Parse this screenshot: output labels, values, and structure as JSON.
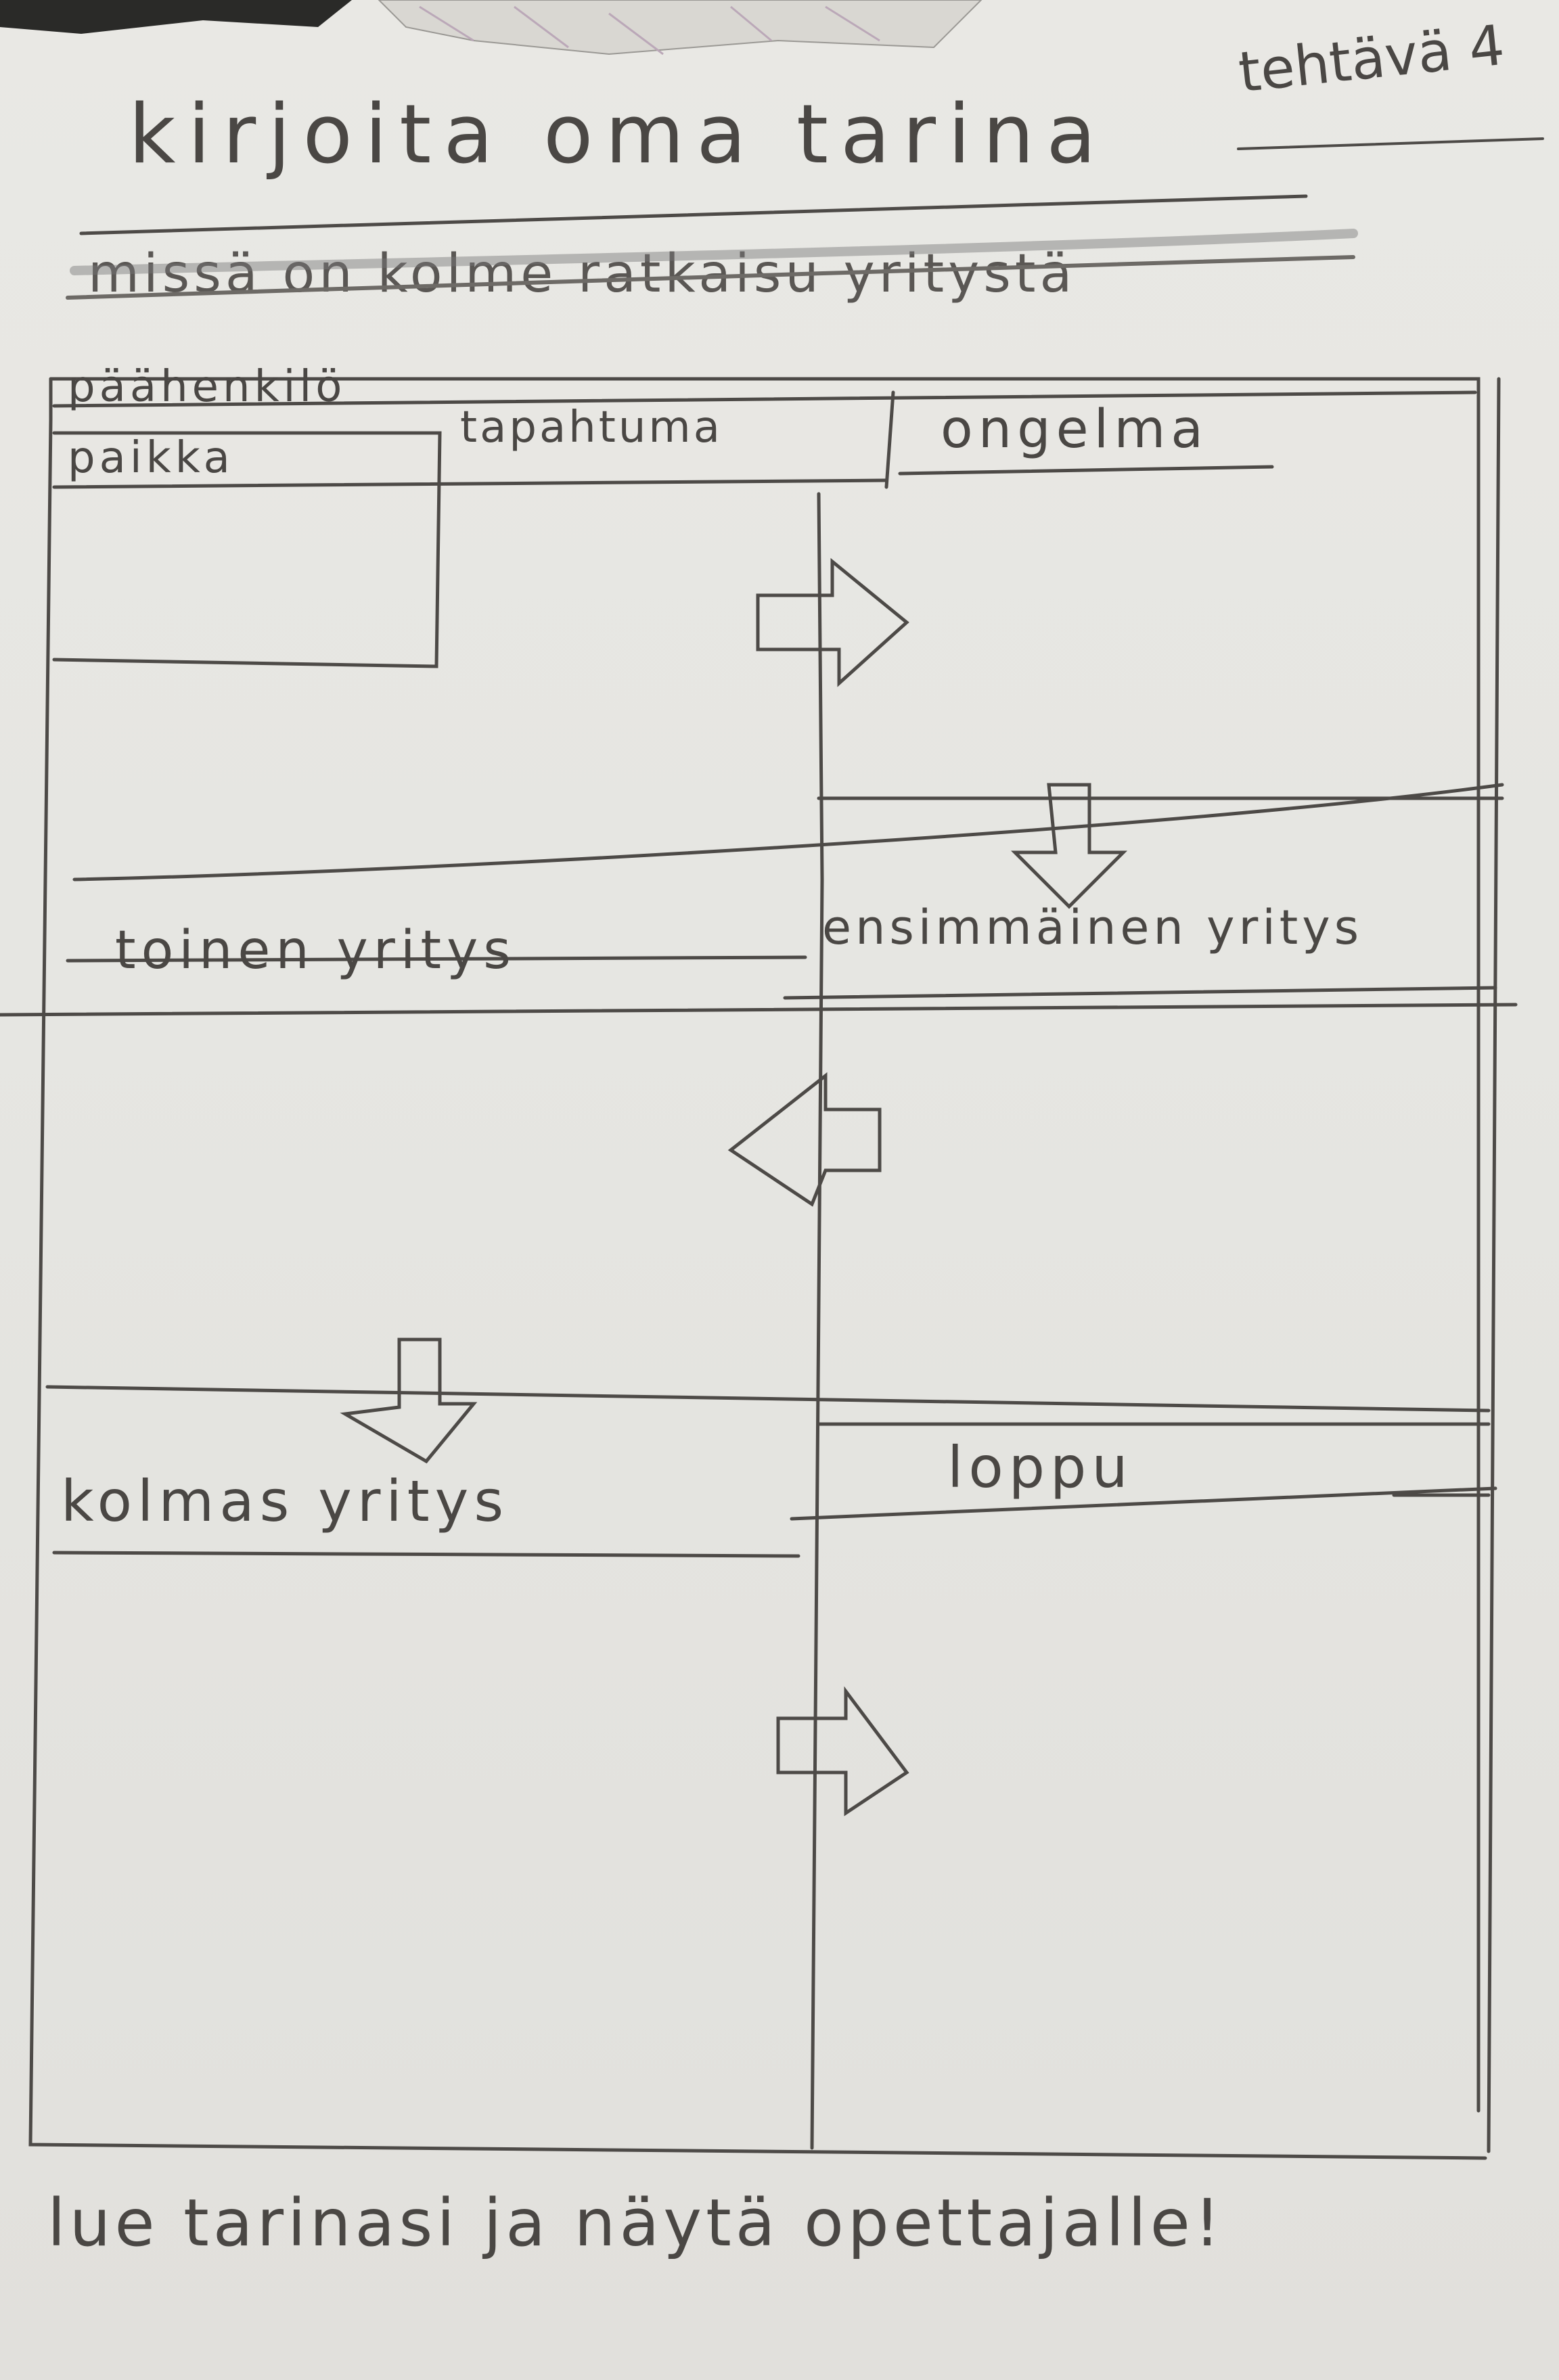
{
  "title": "kirjoita oma tarina",
  "task_label": "tehtävä 4",
  "crossed_out_line": "missä on kolme ratkaisu yritystä",
  "boxes": {
    "main_character": "päähenkilö",
    "place": "paikka",
    "event": "tapahtuma",
    "problem": "ongelma",
    "first_attempt": "ensimmäinen yritys",
    "second_attempt": "toinen yritys",
    "third_attempt": "kolmas yritys",
    "ending": "loppu"
  },
  "footer_instruction": "lue tarinasi ja näytä opettajalle!",
  "colors": {
    "paper": "#e7e6e2",
    "pencil": "#4a4744"
  }
}
